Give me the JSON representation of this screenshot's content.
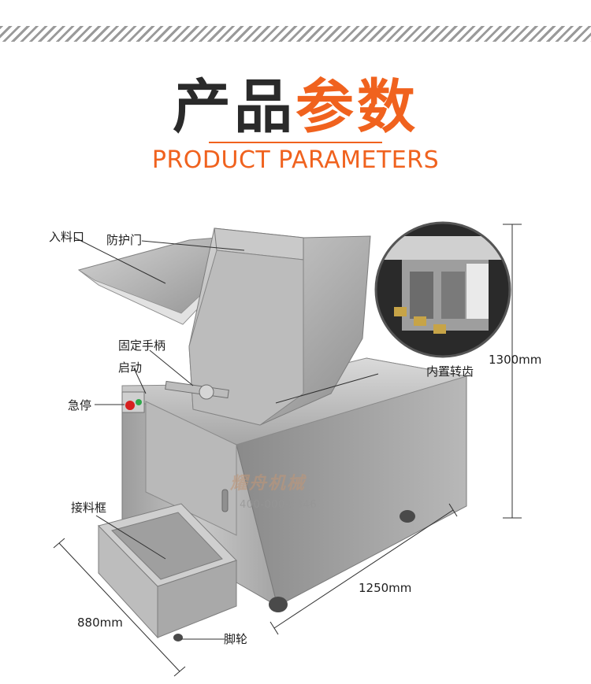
{
  "header": {
    "title_dark": "产品",
    "title_accent": "参数",
    "subtitle": "PRODUCT PARAMETERS"
  },
  "labels": {
    "inlet": "入料口",
    "guard_door": "防护门",
    "fixed_handle": "固定手柄",
    "start": "启动",
    "emergency_stop": "急停",
    "internal_gear": "内置转齿",
    "receiving_box": "接料框",
    "casters": "脚轮"
  },
  "dimensions": {
    "height": "1300mm",
    "length": "1250mm",
    "width": "880mm"
  },
  "watermark": {
    "brand": "耀舟机械",
    "phone": "400-000-9346"
  },
  "colors": {
    "accent": "#f0621e",
    "title_dark": "#2a2a2a",
    "steel": "#b4b4b4"
  }
}
